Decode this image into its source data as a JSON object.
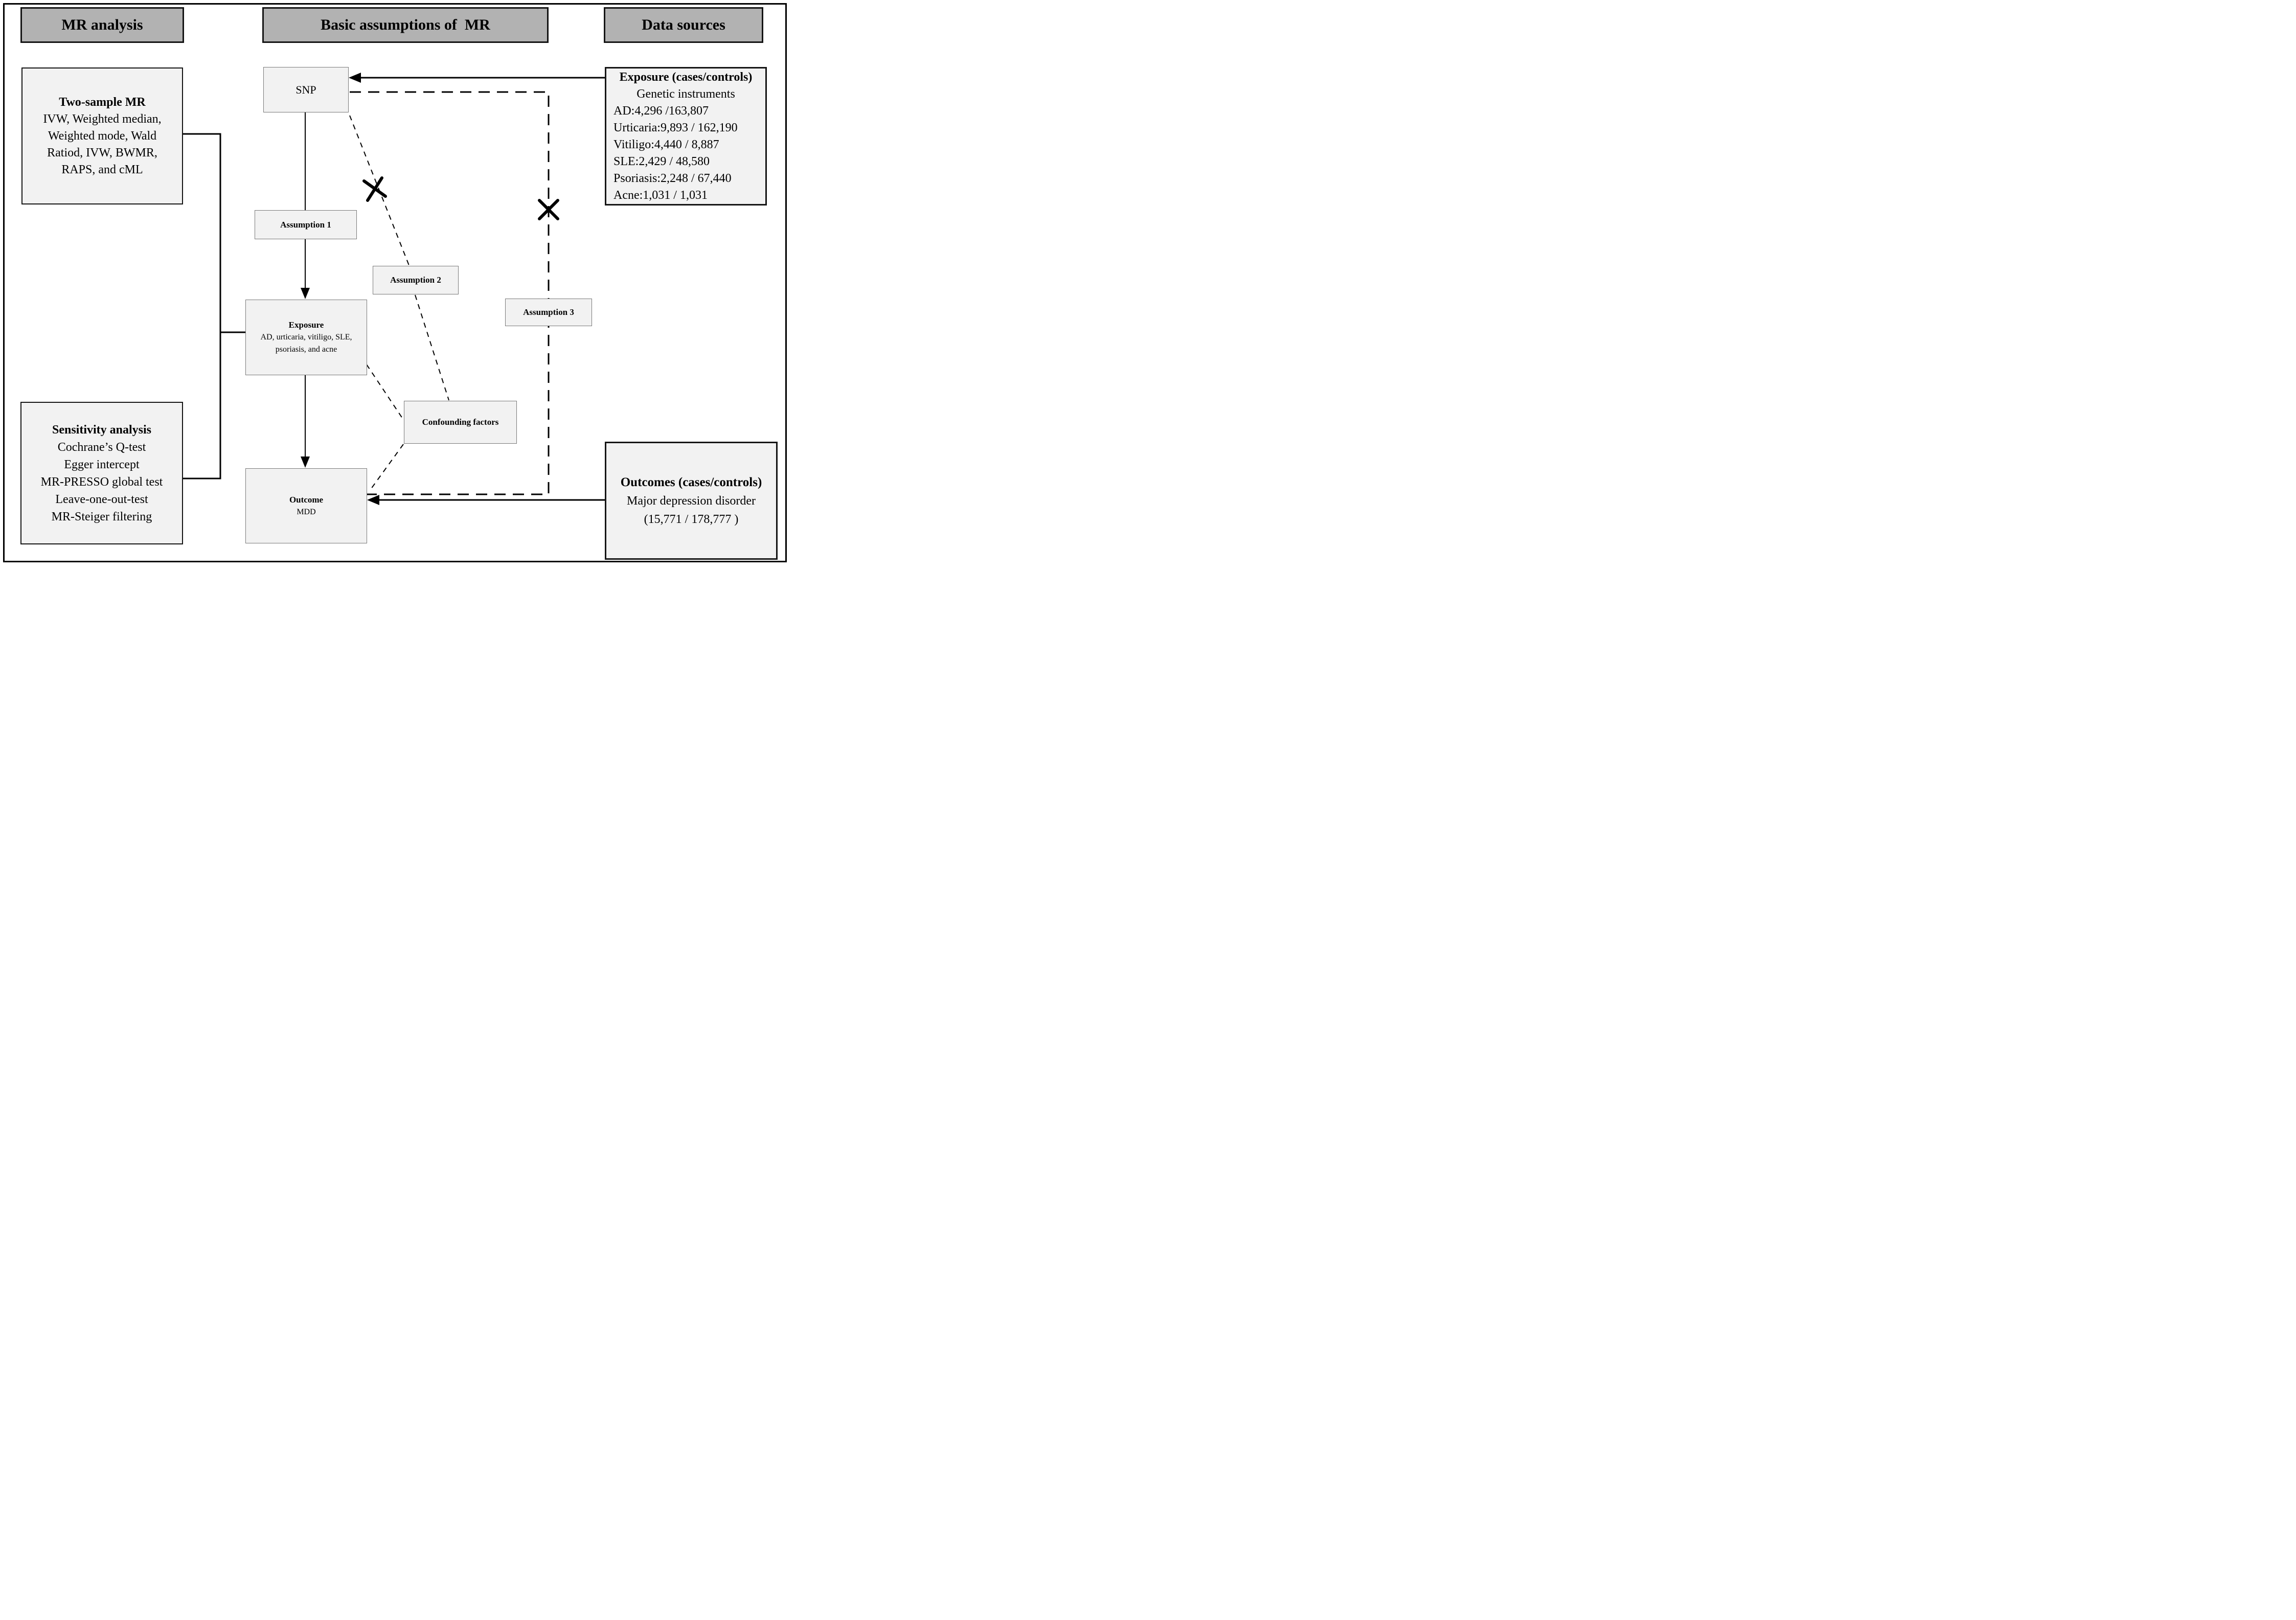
{
  "headers": {
    "mr_analysis": "MR analysis",
    "basic_assumptions": "Basic assumptions of  MR",
    "data_sources": "Data sources"
  },
  "mr_analysis_panel": {
    "two_sample": {
      "title": "Two-sample MR",
      "lines": [
        "IVW, Weighted median,",
        "Weighted mode, Wald",
        "Ratiod, IVW, BWMR,",
        "RAPS, and cML"
      ]
    },
    "sensitivity": {
      "title": "Sensitivity analysis",
      "lines": [
        "Cochrane’s Q-test",
        "Egger intercept",
        "MR-PRESSO global test",
        "Leave-one-out-test",
        "MR-Steiger filtering"
      ]
    }
  },
  "assumptions_panel": {
    "snp_label": "SNP",
    "assumption1": "Assumption 1",
    "assumption2": "Assumption 2",
    "assumption3": "Assumption 3",
    "exposure": {
      "title": "Exposure",
      "lines": [
        "AD, urticaria, vitiligo, SLE,",
        "psoriasis, and acne"
      ]
    },
    "confounding": "Confounding factors",
    "outcome": {
      "title": "Outcome",
      "line": "MDD"
    }
  },
  "data_sources_panel": {
    "exposure_box": {
      "title": "Exposure (cases/controls)",
      "subtitle": "Genetic instruments",
      "lines": [
        "AD:4,296 /163,807",
        "Urticaria:9,893 / 162,190",
        "Vitiligo:4,440 / 8,887",
        "SLE:2,429 / 48,580",
        "Psoriasis:2,248 / 67,440",
        "Acne:1,031 / 1,031"
      ]
    },
    "outcomes_box": {
      "title": "Outcomes (cases/controls)",
      "lines": [
        "Major depression disorder",
        "(15,771 / 178,777 )"
      ]
    }
  },
  "colors": {
    "header_fill": "#b2b2b2",
    "box_fill": "#f2f2f2",
    "line": "#000000"
  }
}
